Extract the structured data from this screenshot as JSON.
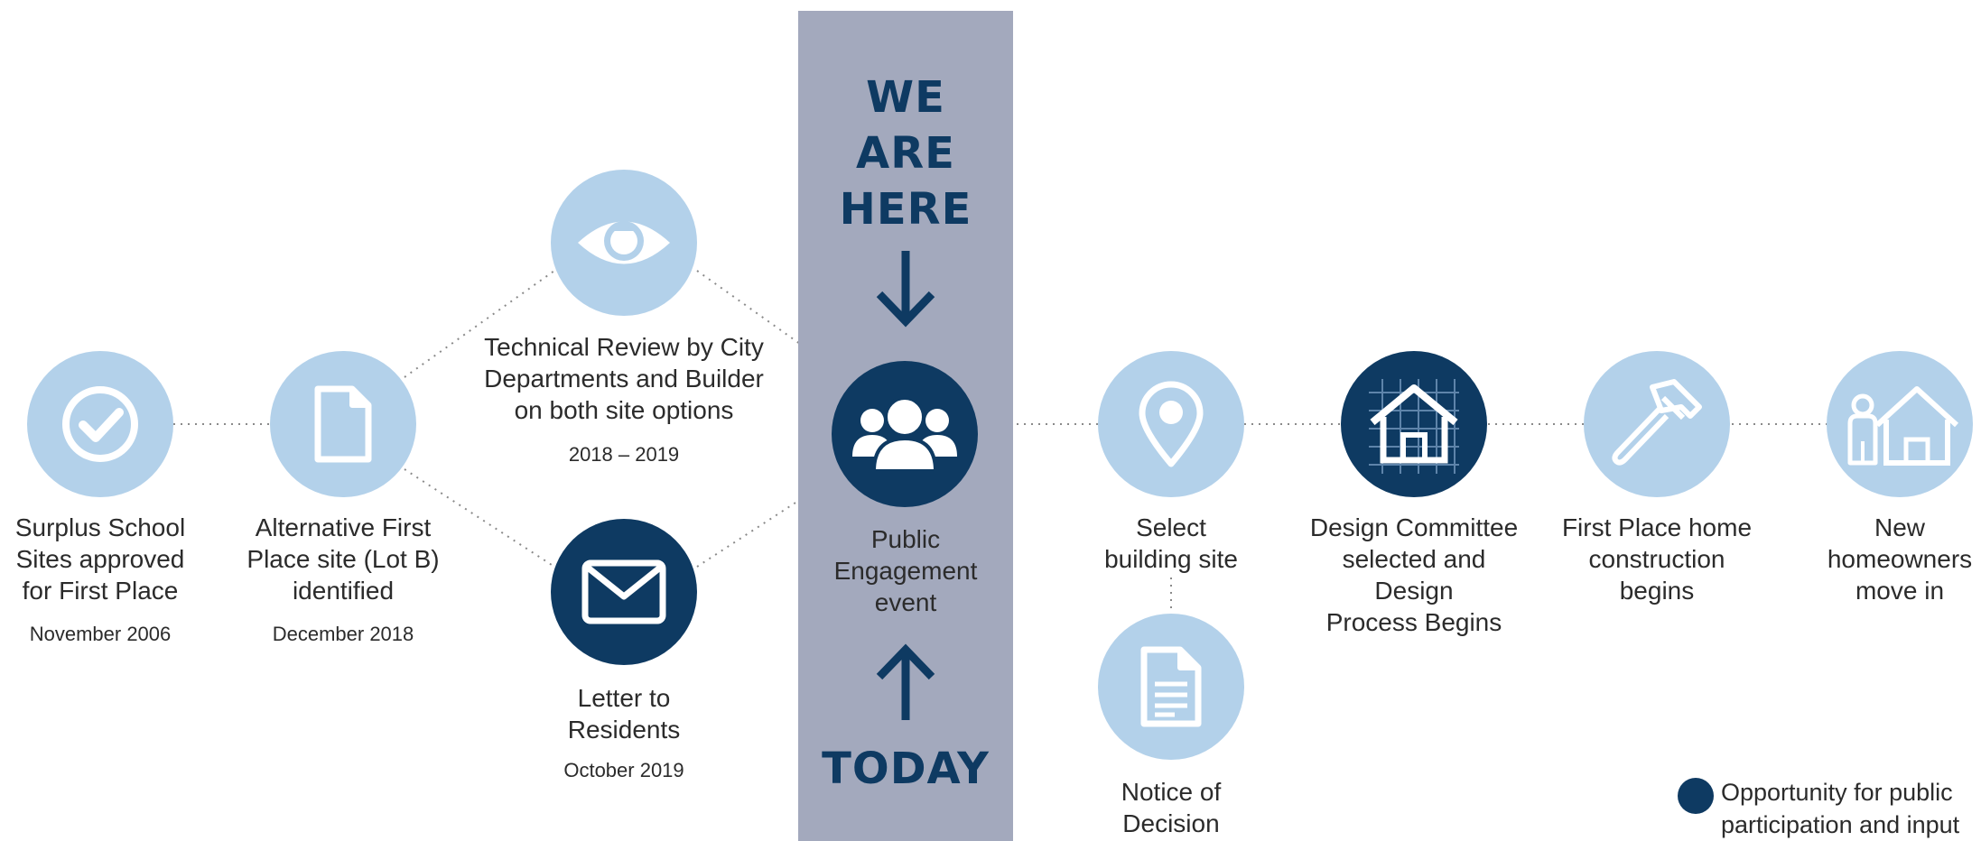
{
  "colors": {
    "light_node": "#b3d1ea",
    "dark_node": "#0e3a62",
    "band": "#a3a9bd",
    "connector": "#8a8a8a"
  },
  "banner": {
    "line1": "WE",
    "line2": "ARE",
    "line3": "HERE",
    "today": "TODAY"
  },
  "milestones": [
    {
      "icon": "checkmark-icon",
      "style": "light",
      "label": "Surplus School\nSites approved\nfor First Place",
      "date": "November 2006"
    },
    {
      "icon": "document-icon",
      "style": "light",
      "label": "Alternative First\nPlace site (Lot B)\nidentified",
      "date": "December 2018"
    },
    {
      "icon": "eye-icon",
      "style": "light",
      "label": "Technical Review by City\nDepartments and Builder\non both site options",
      "date": "2018 – 2019"
    },
    {
      "icon": "envelope-icon",
      "style": "dark",
      "label": "Letter to\nResidents",
      "date": "October 2019"
    },
    {
      "icon": "people-icon",
      "style": "dark",
      "label": "Public\nEngagement\nevent",
      "date": ""
    },
    {
      "icon": "location-pin-icon",
      "style": "light",
      "label": "Select\nbuilding site",
      "date": ""
    },
    {
      "icon": "notice-document-icon",
      "style": "light",
      "label": "Notice of\nDecision",
      "date": ""
    },
    {
      "icon": "house-blueprint-icon",
      "style": "dark",
      "label": "Design Committee\nselected and Design\nProcess Begins",
      "date": ""
    },
    {
      "icon": "hammer-icon",
      "style": "light",
      "label": "First Place home\nconstruction\nbegins",
      "date": ""
    },
    {
      "icon": "homeowner-house-icon",
      "style": "light",
      "label": "New\nhomeowners\nmove in",
      "date": ""
    }
  ],
  "legend": {
    "text": "Opportunity for public participation and input"
  }
}
